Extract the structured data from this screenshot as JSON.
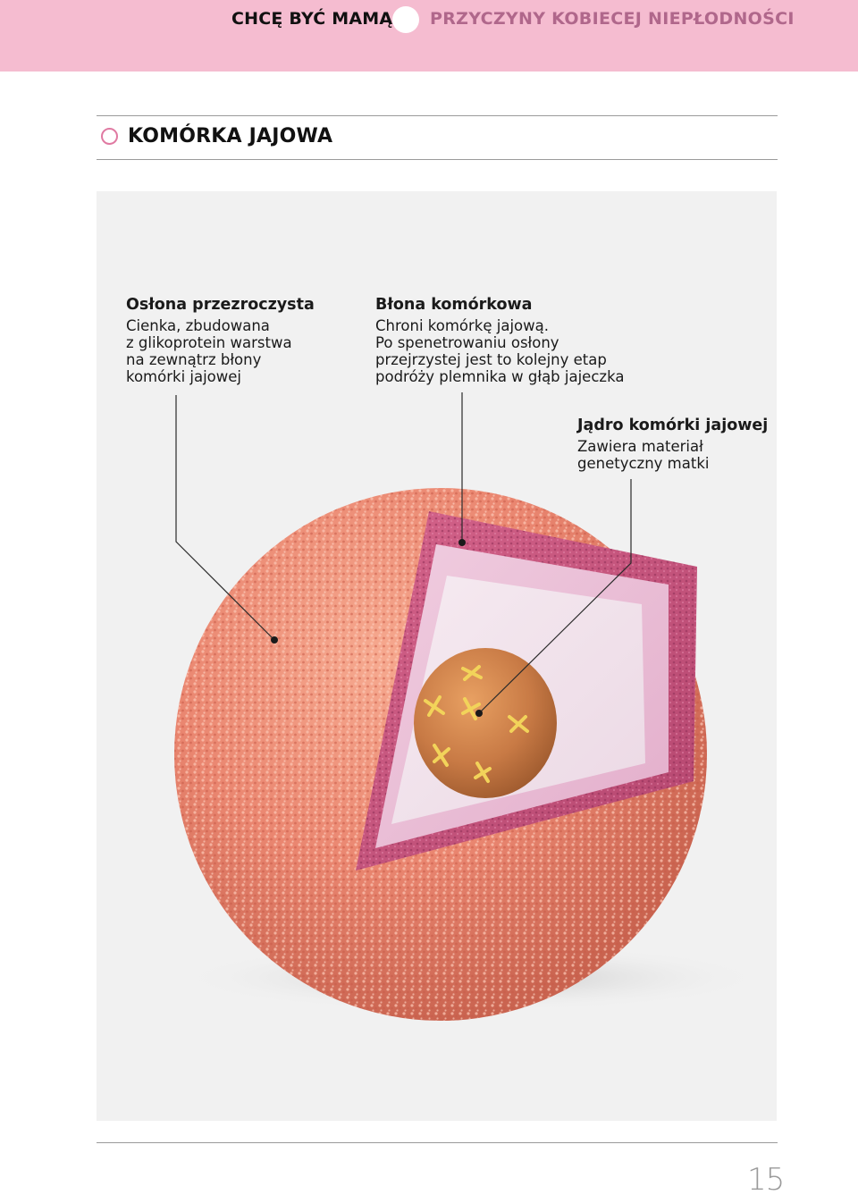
{
  "header": {
    "left_title": "CHCĘ BYĆ MAMĄ",
    "right_title": "PRZYCZYNY KOBIECEJ NIEPŁODNOŚCI"
  },
  "section": {
    "title": "KOMÓRKA JAJOWA"
  },
  "labels": [
    {
      "title": "Osłona przezroczysta",
      "lines": [
        "Cienka, zbudowana",
        "z glikoprotein warstwa",
        "na zewnątrz błony",
        "komórki jajowej"
      ]
    },
    {
      "title": "Błona komórkowa",
      "lines": [
        "Chroni komórkę jajową.",
        "Po spenetrowaniu osłony",
        "przejrzystej jest to kolejny etap",
        "podróży plemnika w głąb jajeczka"
      ]
    },
    {
      "title": "Jądro komórki jajowej",
      "lines": [
        "Zawiera materiał",
        "genetyczny matki"
      ]
    }
  ],
  "footer": {
    "page_number": "15"
  },
  "colors": {
    "header_band": "#f5bcd0",
    "accent_pink": "#b0678b",
    "ring_pink": "#e07aa2",
    "panel_bg": "#f1f1f1",
    "egg_surface": "#e98670",
    "membrane": "#c4587e",
    "nucleus": "#c87a45"
  }
}
